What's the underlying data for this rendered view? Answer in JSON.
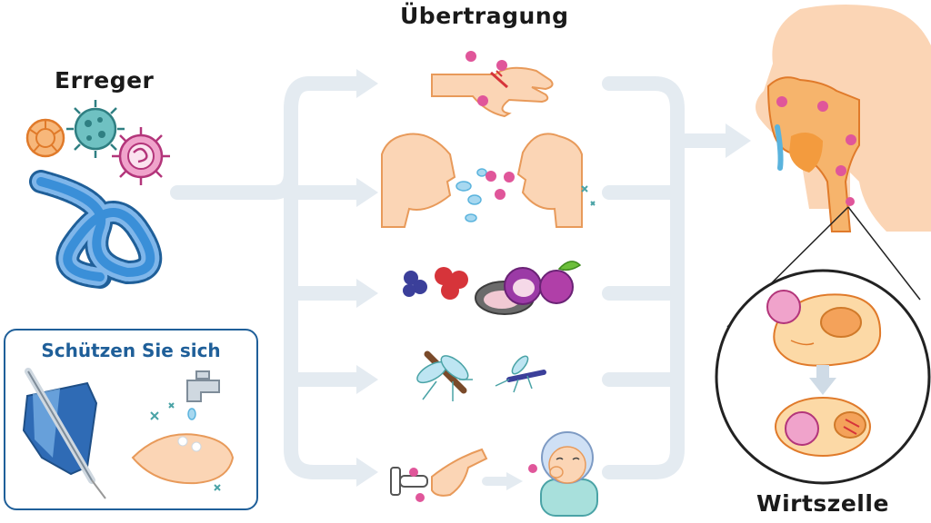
{
  "labels": {
    "erreger": "Erreger",
    "uebertragung": "Übertragung",
    "wirtszelle": "Wirtszelle",
    "protect": "Schützen Sie sich"
  },
  "colors": {
    "arrows": "#e4ebf1",
    "virus_pink": "#e0569a",
    "virus_blue": "#3a8fd8",
    "virus_orange": "#f29a4a",
    "virus_teal": "#4aa3a6",
    "skin": "#fbd5b5",
    "box_border": "#1f5f99",
    "throat_orange": "#f39b3e"
  },
  "transmission_routes": [
    "hand-wound-contact",
    "droplet-infection",
    "contaminated-food",
    "insect-vectors",
    "contact-infection"
  ]
}
